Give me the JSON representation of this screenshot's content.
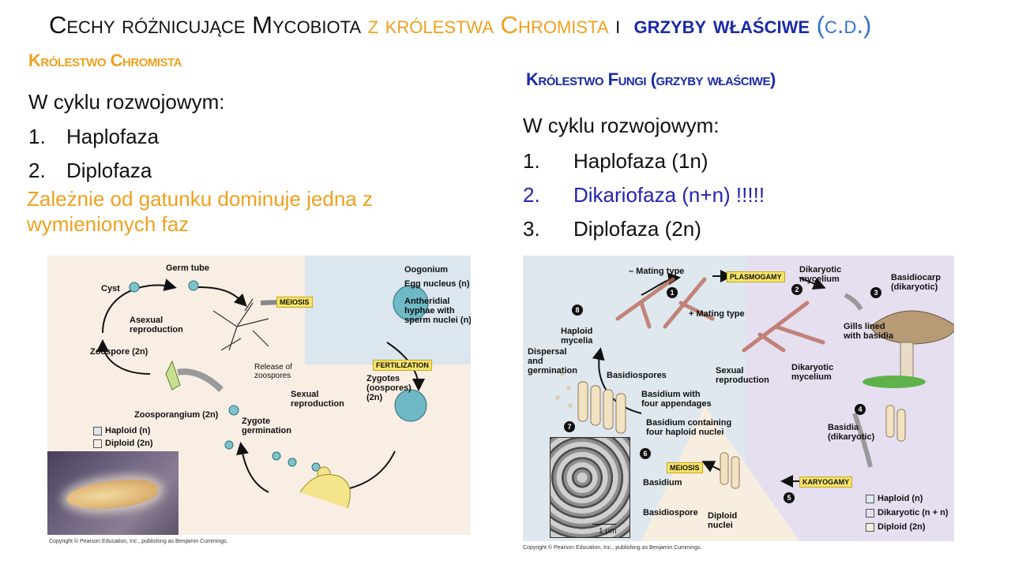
{
  "title": {
    "part1": "Cechy różnicujące Mycobiota",
    "part2": "z królestwa Chromista",
    "part3": "i",
    "part4": "grzyby właściwe",
    "part5": "(c.d.)"
  },
  "left": {
    "heading": "Królestwo Chromista",
    "intro": "W cyklu rozwojowym:",
    "items": [
      {
        "num": "1.",
        "text": "Haplofaza"
      },
      {
        "num": "2.",
        "text": "Diplofaza"
      }
    ],
    "note": "Zależnie od gatunku dominuje jedna z wymienionych faz"
  },
  "right": {
    "heading": "Królestwo Fungi (grzyby właściwe)",
    "intro": "W cyklu rozwojowym:",
    "items": [
      {
        "num": "1.",
        "text": "Haplofaza (1n)"
      },
      {
        "num": "2.",
        "text": "Dikariofaza (n+n) !!!!!"
      },
      {
        "num": "3.",
        "text": "Diplofaza (2n)"
      }
    ]
  },
  "figure1": {
    "labels": {
      "germ_tube": "Germ tube",
      "cyst": "Cyst",
      "asexual": "Asexual\nreproduction",
      "zoospore": "Zoospore (2n)",
      "meiosis": "MEIOSIS",
      "oogonium": "Oogonium",
      "egg_nucleus": "Egg nucleus (n)",
      "antheridial": "Antheridial\nhyphae with\nsperm nuclei (n)",
      "fertilization": "FERTILIZATION",
      "release": "Release of\nzoospores",
      "sexual": "Sexual\nreproduction",
      "zygotes": "Zygotes\n(oospores)\n(2n)",
      "zoosporangium": "Zoosporangium (2n)",
      "zygote_germ": "Zygote\ngermination",
      "haploid": "Haploid (n)",
      "diploid": "Diploid (2n)"
    },
    "copyright": "Copyright © Pearson Education, Inc., publishing as Benjamin Cummings."
  },
  "figure2": {
    "labels": {
      "minus_mating": "– Mating type",
      "plus_mating": "+ Mating type",
      "plasmogamy": "PLASMOGAMY",
      "dikaryotic_mycelium": "Dikaryotic\nmycelium",
      "basidiocarp": "Basidiocarp\n(dikaryotic)",
      "haploid_mycelia": "Haploid\nmycelia",
      "gills": "Gills lined\nwith basidia",
      "dispersal": "Dispersal\nand\ngermination",
      "basidiospores": "Basidiospores",
      "sexual": "Sexual\nreproduction",
      "dikaryotic_mycelium2": "Dikaryotic\nmycelium",
      "basidium_four": "Basidium with\nfour appendages",
      "basidium_containing": "Basidium containing\nfour haploid nuclei",
      "basidia": "Basidia\n(dikaryotic)",
      "meiosis": "MEIOSIS",
      "karyogamy": "KARYOGAMY",
      "basidium": "Basidium",
      "basidiospore": "Basidiospore",
      "diploid_nuclei": "Diploid\nnuclei",
      "scale": "1 μm",
      "haploid": "Haploid (n)",
      "dikaryotic": "Dikaryotic (n + n)",
      "diploid": "Diploid (2n)"
    },
    "steps": [
      "1",
      "2",
      "3",
      "4",
      "5",
      "6",
      "7",
      "8"
    ],
    "copyright": "Copyright © Pearson Education, Inc., publishing as Benjamin Cummings."
  },
  "colors": {
    "orange": "#f0a01e",
    "blue": "#1a2aa8",
    "highlight_blue": "#2323b3"
  }
}
